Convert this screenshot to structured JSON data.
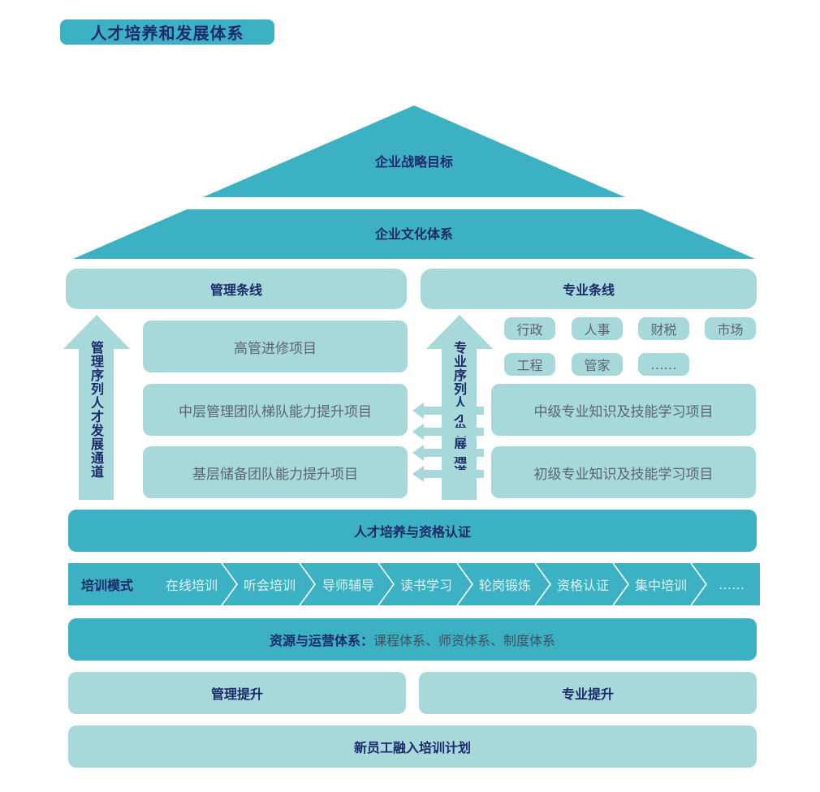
{
  "title": "人才培养和发展体系",
  "roof": {
    "top": "企业战略目标",
    "culture": "企业文化体系"
  },
  "management": {
    "header": "管理条线",
    "arrow_label": "管理序列人才发展通道",
    "projects": [
      "高管进修项目",
      "中层管理团队梯队能力提升项目",
      "基层储备团队能力提升项目"
    ]
  },
  "professional": {
    "header": "专业条线",
    "arrow_label": "专业序列人才发展通道",
    "tags": [
      "行政",
      "人事",
      "财税",
      "市场",
      "工程",
      "管家",
      "……"
    ],
    "projects": [
      "中级专业知识及技能学习项目",
      "初级专业知识及技能学习项目"
    ]
  },
  "talent_cert": "人才培养与资格认证",
  "training": {
    "label": "培训模式",
    "modes": [
      "在线培训",
      "听会培训",
      "导师辅导",
      "读书学习",
      "轮岗锻炼",
      "资格认证",
      "集中培训",
      "……"
    ]
  },
  "resources": {
    "label": "资源与运营体系：",
    "text": "课程体系、师资体系、制度体系"
  },
  "base": {
    "management_up": "管理提升",
    "professional_up": "专业提升",
    "new_employee": "新员工融入培训计划"
  },
  "colors": {
    "teal": "#3cb1c3",
    "light_teal": "#a7d8da",
    "navy": "#1c2a6a"
  }
}
